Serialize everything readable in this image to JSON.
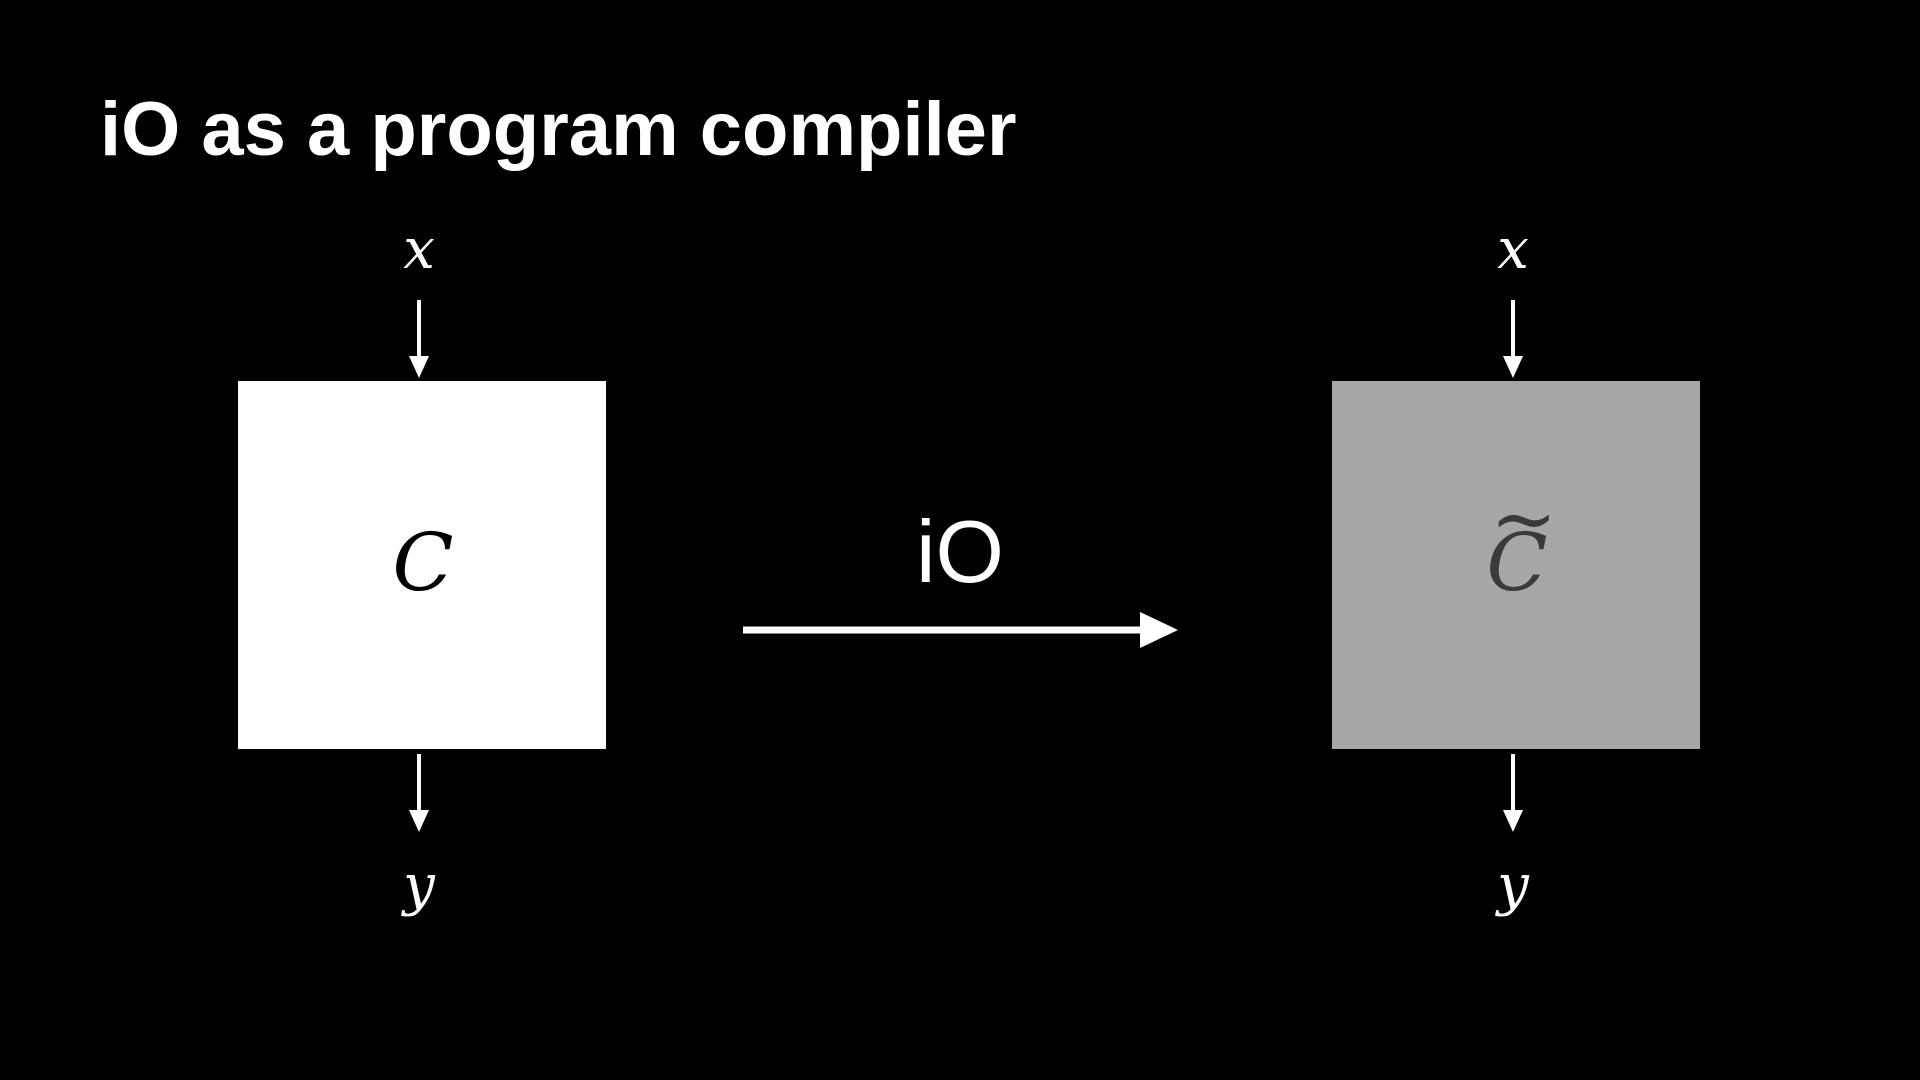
{
  "slide": {
    "title": "iO as a program compiler"
  },
  "left_circuit": {
    "input": "x",
    "label": "C",
    "output": "y",
    "fill_color": "#ffffff"
  },
  "transform": {
    "label": "iO"
  },
  "right_circuit": {
    "input": "x",
    "label": "C",
    "accent": "~",
    "output": "y",
    "fill_color": "#a6a6a6"
  },
  "colors": {
    "background": "#000000",
    "foreground": "#ffffff",
    "obfuscated_label": "#3a3a3a"
  }
}
